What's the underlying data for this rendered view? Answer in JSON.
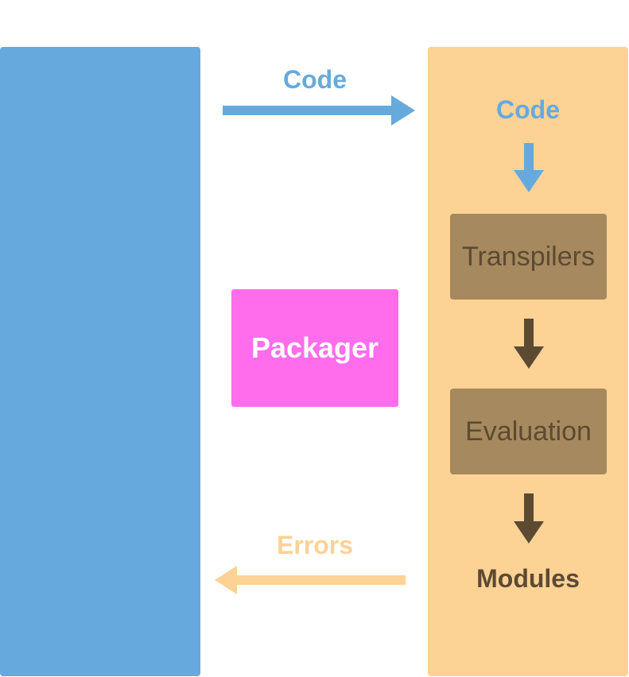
{
  "labels": {
    "code_top": "Code",
    "code_inner": "Code",
    "packager": "Packager",
    "transpilers": "Transpilers",
    "evaluation": "Evaluation",
    "modules": "Modules",
    "errors": "Errors"
  },
  "colors": {
    "left_panel": "#66aadd",
    "right_panel": "#fdd295",
    "packager": "#ff6ded",
    "step_box": "#a6895e",
    "step_text": "#5c4a33",
    "code_arrow": "#66aadd",
    "error_arrow": "#fdd295",
    "dark_arrow": "#5c4a33"
  }
}
